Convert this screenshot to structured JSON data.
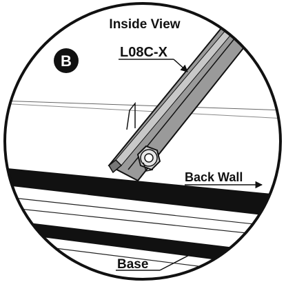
{
  "view_title": "Inside View",
  "detail_badge": "B",
  "labels": {
    "part_number": "L08C-X",
    "back_wall": "Back Wall",
    "base": "Base"
  },
  "icons": {
    "badge": "circle-letter-badge",
    "arrows": "pointer-arrow-icon"
  }
}
